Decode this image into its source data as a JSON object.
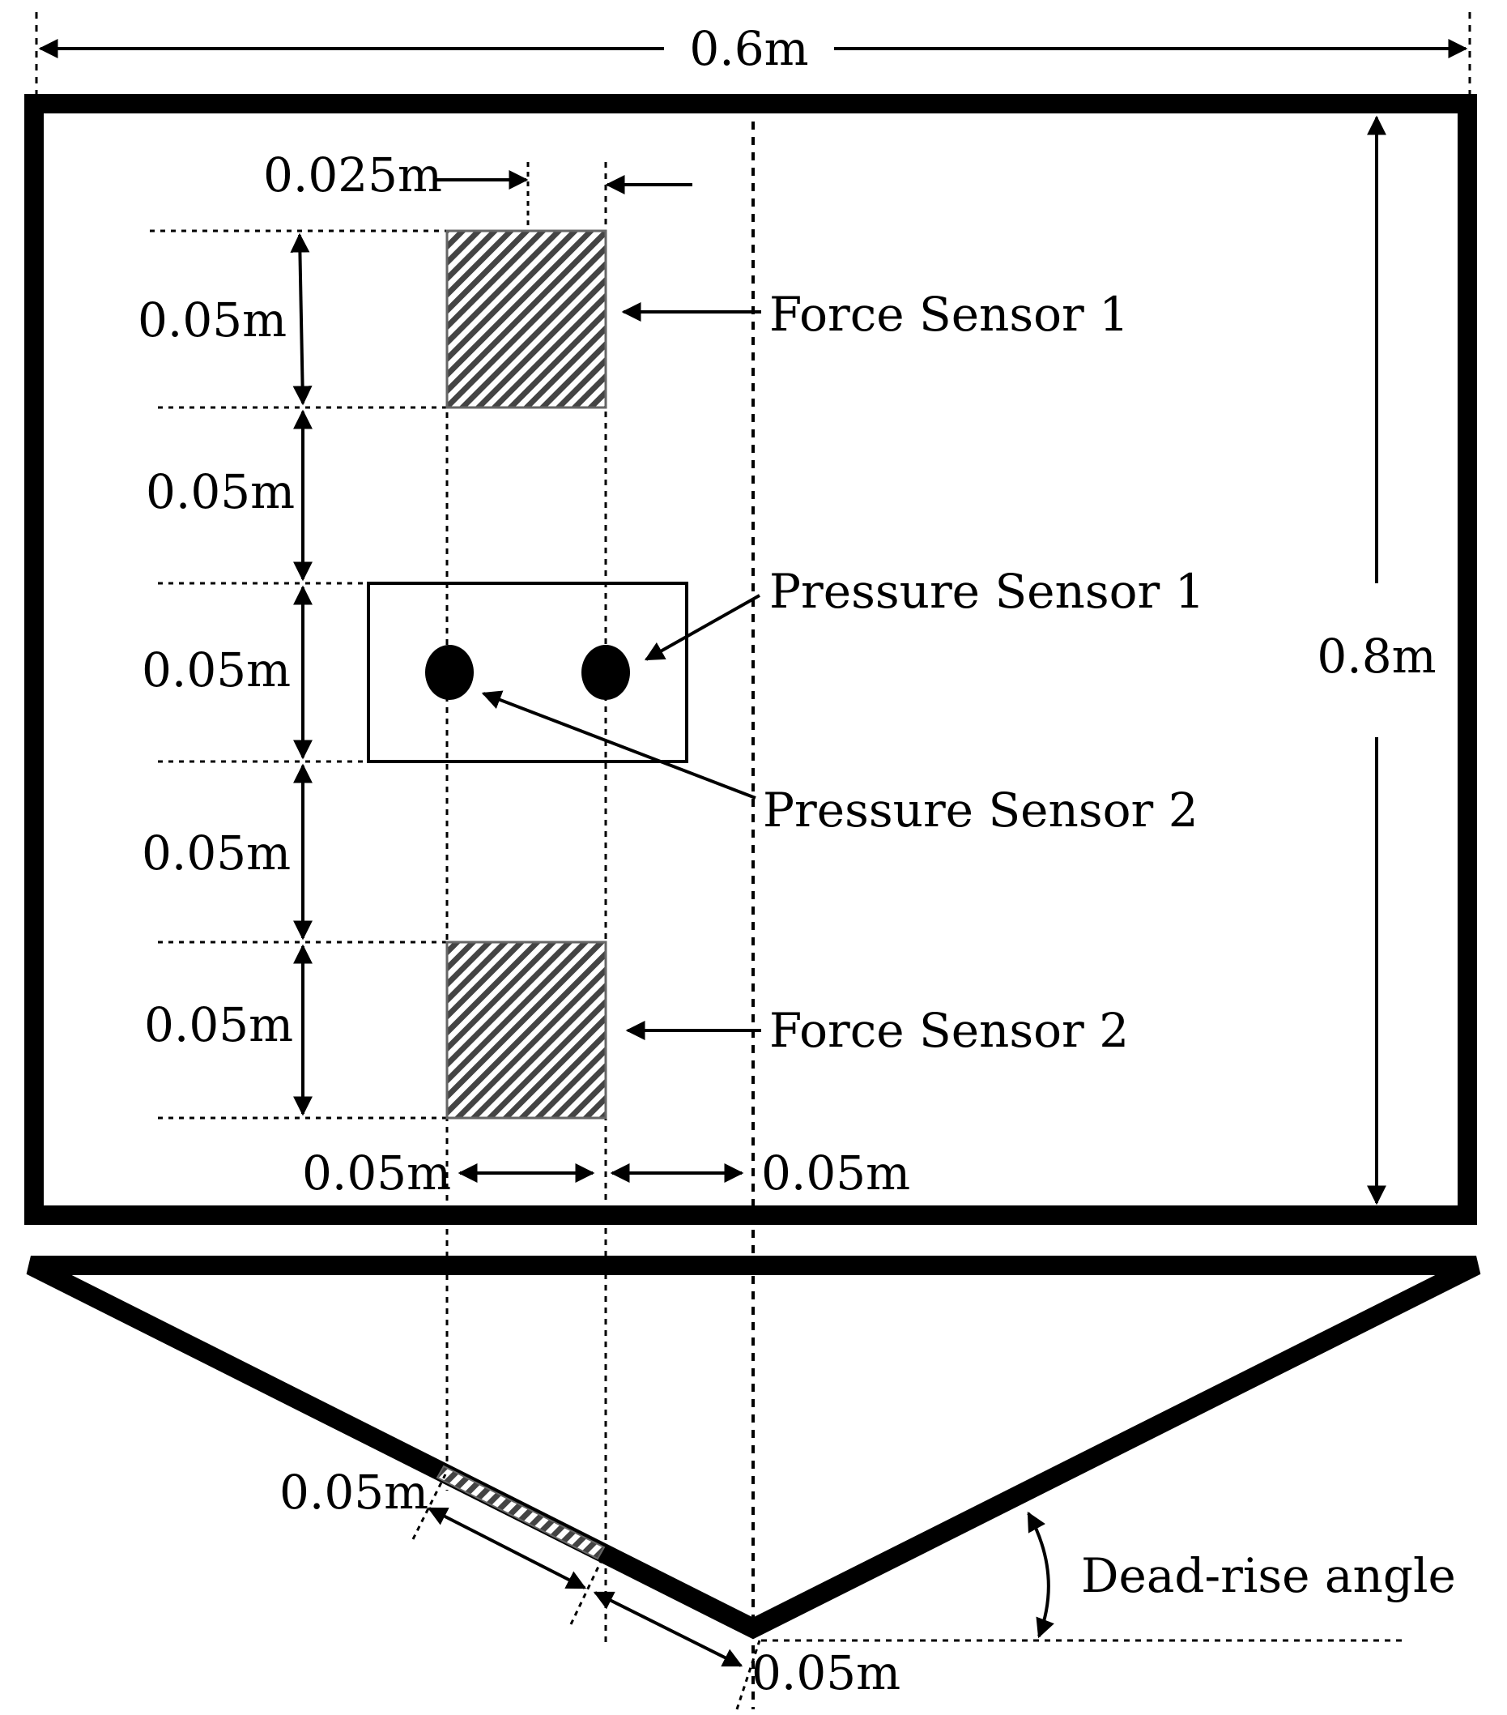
{
  "labels": {
    "overall_width": "0.6m",
    "overall_height": "0.8m",
    "sensor_offset_top": "0.025m",
    "span_1": "0.05m",
    "span_2": "0.05m",
    "span_3": "0.05m",
    "span_4": "0.05m",
    "span_5": "0.05m",
    "sensor_width": "0.05m",
    "gap_to_centerline": "0.05m",
    "section_segment_1": "0.05m",
    "section_segment_2": "0.05m"
  },
  "sensors": {
    "force_1": "Force Sensor 1",
    "force_2": "Force Sensor 2",
    "pressure_1": "Pressure Sensor 1",
    "pressure_2": "Pressure Sensor 2"
  },
  "angle_label": "Dead-rise angle",
  "colors": {
    "ink": "#000000",
    "hatch_fill": "#555555",
    "background": "#ffffff"
  }
}
